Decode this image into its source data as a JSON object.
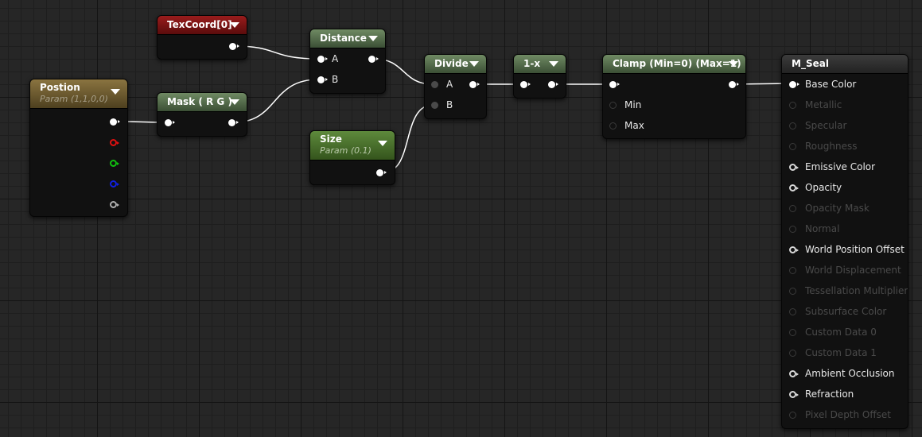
{
  "nodes": {
    "texcoord": {
      "title": "TexCoord[0]"
    },
    "distance": {
      "title": "Distance",
      "pins": [
        "A",
        "B"
      ]
    },
    "position": {
      "title": "Postion",
      "subtitle": "Param (1,1,0,0)"
    },
    "mask": {
      "title": "Mask ( R G )"
    },
    "size": {
      "title": "Size",
      "subtitle": "Param (0.1)"
    },
    "divide": {
      "title": "Divide",
      "pins": [
        "A",
        "B"
      ]
    },
    "one_minus": {
      "title": "1-x"
    },
    "clamp": {
      "title": "Clamp (Min=0) (Max=1)",
      "pins": [
        "Min",
        "Max"
      ]
    },
    "material": {
      "title": "M_Seal",
      "inputs": [
        {
          "label": "Base Color",
          "state": "connected"
        },
        {
          "label": "Metallic",
          "state": "disabled"
        },
        {
          "label": "Specular",
          "state": "disabled"
        },
        {
          "label": "Roughness",
          "state": "disabled"
        },
        {
          "label": "Emissive Color",
          "state": "enabled"
        },
        {
          "label": "Opacity",
          "state": "enabled"
        },
        {
          "label": "Opacity Mask",
          "state": "disabled"
        },
        {
          "label": "Normal",
          "state": "disabled"
        },
        {
          "label": "World Position Offset",
          "state": "enabled"
        },
        {
          "label": "World Displacement",
          "state": "disabled"
        },
        {
          "label": "Tessellation Multiplier",
          "state": "disabled"
        },
        {
          "label": "Subsurface Color",
          "state": "disabled"
        },
        {
          "label": "Custom Data 0",
          "state": "disabled"
        },
        {
          "label": "Custom Data 1",
          "state": "disabled"
        },
        {
          "label": "Ambient Occlusion",
          "state": "enabled"
        },
        {
          "label": "Refraction",
          "state": "enabled"
        },
        {
          "label": "Pixel Depth Offset",
          "state": "disabled"
        }
      ]
    }
  },
  "colors": {
    "header_green": "#5b7a50",
    "header_red": "#8a1616",
    "header_gold": "#7a6636",
    "header_leaf": "#4f7a30",
    "header_dark": "#333333",
    "wire": "#ffffff",
    "channel_r": "#e01010",
    "channel_g": "#10c010",
    "channel_b": "#1020e0",
    "channel_a": "#b0b0b0"
  }
}
